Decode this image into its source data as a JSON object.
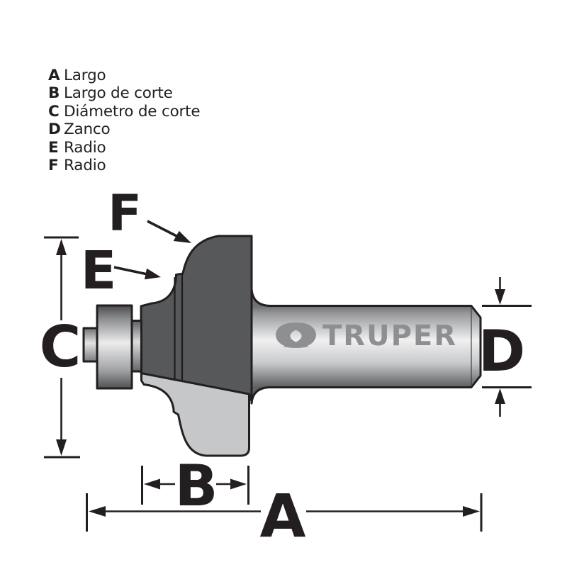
{
  "legend": {
    "items": [
      {
        "letter": "A",
        "label": "Largo"
      },
      {
        "letter": "B",
        "label": "Largo de corte"
      },
      {
        "letter": "C",
        "label": "Diámetro de corte"
      },
      {
        "letter": "D",
        "label": "Zanco"
      },
      {
        "letter": "E",
        "label": "Radio"
      },
      {
        "letter": "F",
        "label": "Radio"
      }
    ]
  },
  "diagram": {
    "brand": "TRUPER",
    "dim_labels": {
      "a": "A",
      "b": "B",
      "c": "C",
      "d": "D",
      "e": "E",
      "f": "F"
    }
  },
  "colors": {
    "ink": "#231f20",
    "head_gray": "#57585a",
    "flute_gray": "#c6c7c9",
    "logo_gray": "#8d8f92",
    "background": "#ffffff"
  }
}
